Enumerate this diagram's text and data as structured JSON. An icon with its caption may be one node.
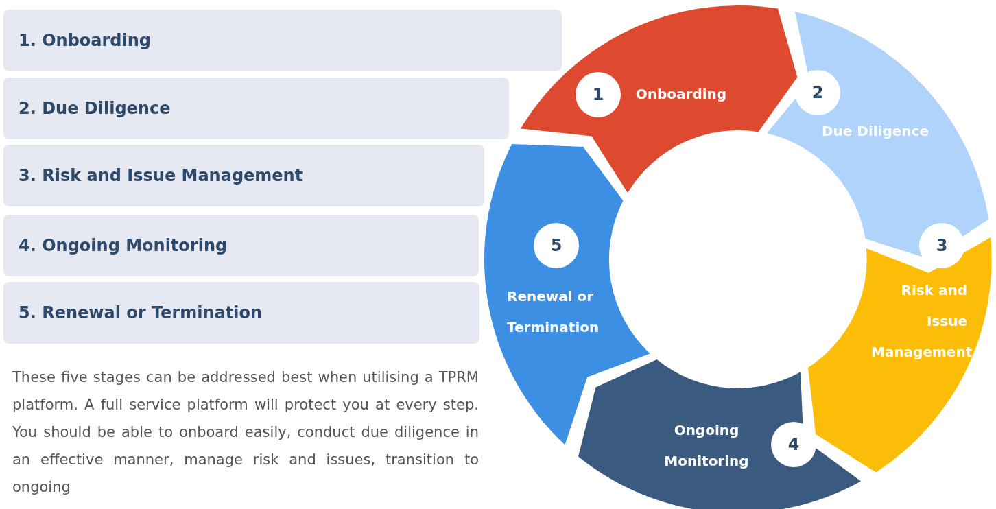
{
  "diagram": {
    "nodes": [
      {
        "text": [
          "1. Onboarding"
        ]
      },
      {
        "text": [
          "2. Due Diligence"
        ]
      },
      {
        "text": [
          "3. Risk and Issue Management"
        ]
      },
      {
        "text": [
          "4. Ongoing Monitoring"
        ]
      },
      {
        "text": [
          "5. Renewal or Termination"
        ]
      },
      {
        "text": [
          "Onboarding"
        ]
      },
      {
        "text": [
          "1"
        ],
        "in": 5
      },
      {
        "text": [
          "Due Diligence"
        ]
      },
      {
        "text": [
          "2"
        ],
        "in": 7
      },
      {
        "text": [
          "Risk and Issue Management"
        ]
      },
      {
        "text": [
          "3"
        ],
        "in": 9
      },
      {
        "text": [
          "Ongoing Monitoring"
        ]
      },
      {
        "text": [
          "4"
        ],
        "in": 11
      },
      {
        "text": [
          "Renewal or Termination"
        ]
      },
      {
        "text": [
          "5"
        ],
        "in": 13
      }
    ],
    "edges": [],
    "labels": [
      "These five stages can be addressed best when utilising a TPRM platform. A full service platform will protect you at every step. You should be able to onboard easily, conduct due diligence in an effective manner, manage risk and issues, transition to ongoing"
    ]
  }
}
